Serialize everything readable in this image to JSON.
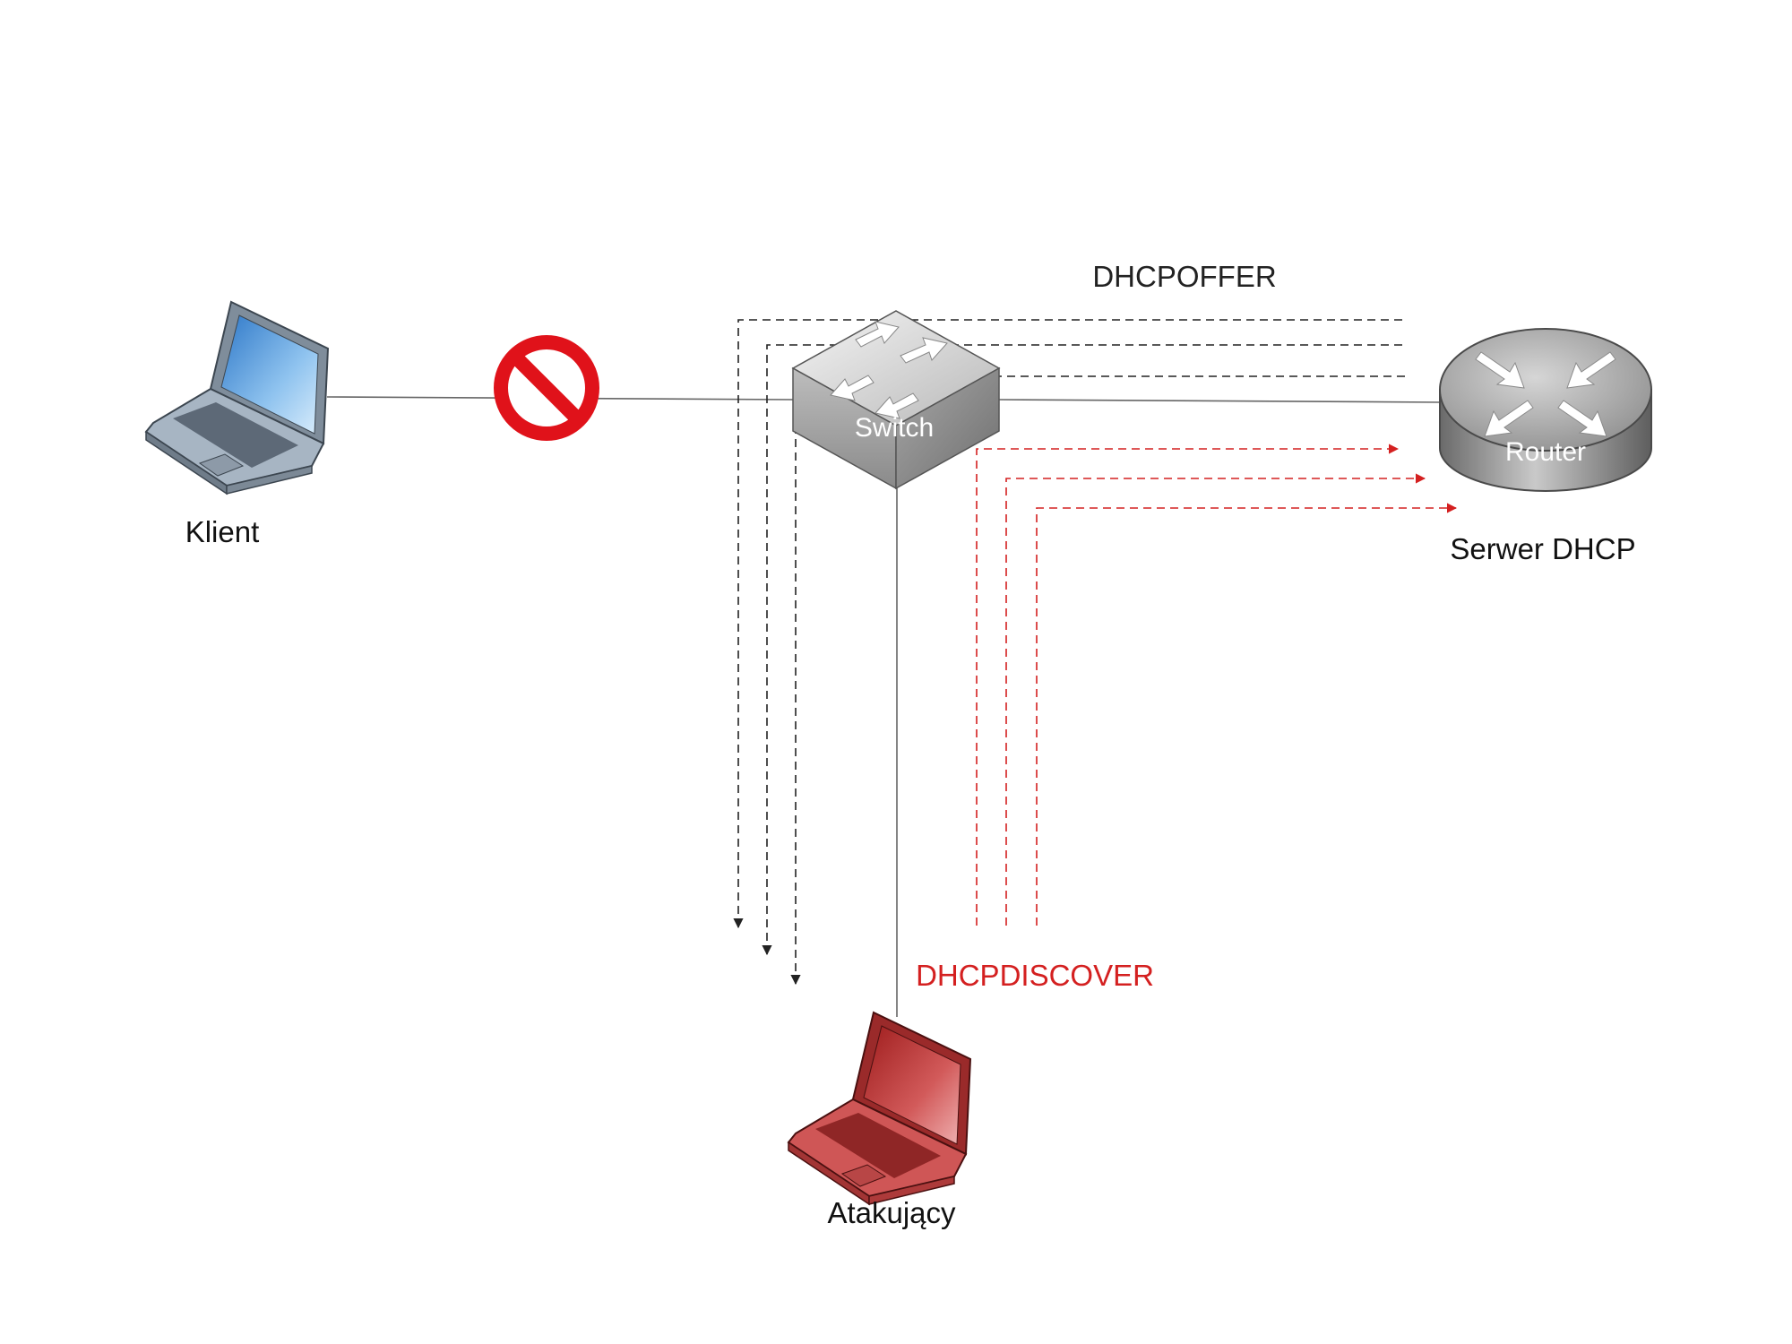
{
  "nodes": {
    "client": {
      "label": "Klient"
    },
    "switch": {
      "label": "Switch"
    },
    "router": {
      "label": "Router",
      "caption": "Serwer DHCP"
    },
    "attacker": {
      "label": "Atakujący"
    }
  },
  "messages": {
    "offer": {
      "label": "DHCPOFFER",
      "color": "#222222"
    },
    "discover": {
      "label": "DHCPDISCOVER",
      "color": "#d42020"
    }
  },
  "icons": {
    "client": "laptop-icon",
    "attacker": "laptop-icon",
    "switch": "switch-icon",
    "router": "router-icon",
    "blocked": "prohibited-icon"
  },
  "colors": {
    "client_laptop": "#9fb0c2",
    "attacker_laptop": "#c94848",
    "blocked_sign": "#e0121a",
    "link": "#555555"
  }
}
